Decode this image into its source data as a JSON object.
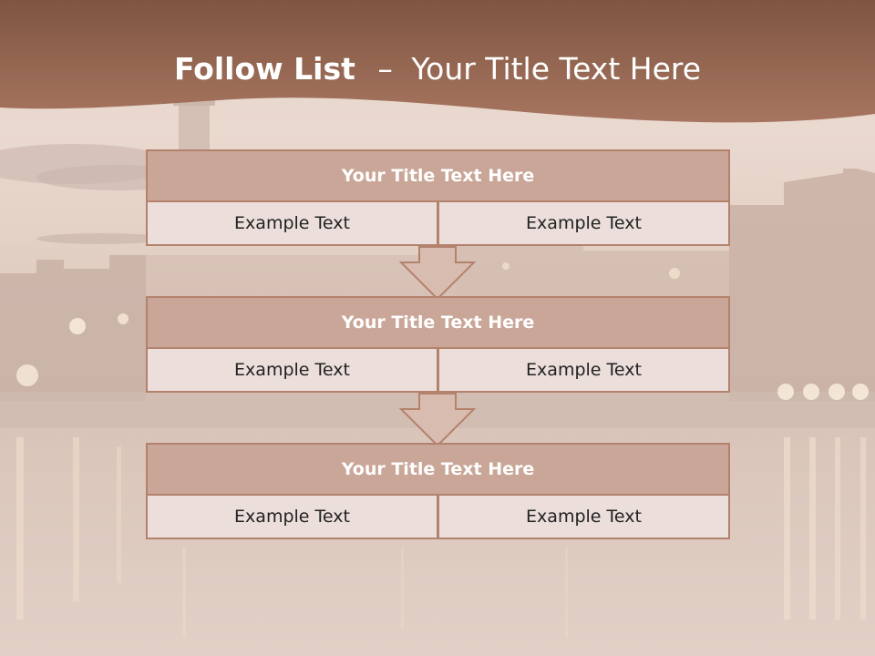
{
  "slide": {
    "title_strong": "Follow List",
    "title_separator": "–",
    "title_rest": "Your Title Text Here"
  },
  "blocks": [
    {
      "title": "Your Title Text Here",
      "left": "Example Text",
      "right": "Example Text"
    },
    {
      "title": "Your Title Text Here",
      "left": "Example Text",
      "right": "Example Text"
    },
    {
      "title": "Your Title Text Here",
      "left": "Example Text",
      "right": "Example Text"
    }
  ],
  "icons": [
    "down-arrow-icon",
    "down-arrow-icon"
  ],
  "colors": {
    "header_band": "#93634d",
    "block_title_fill": "#c9a697",
    "block_border": "#b3826d",
    "block_cell_fill": "#ebdedb",
    "arrow_fill": "#d8bcb0"
  }
}
